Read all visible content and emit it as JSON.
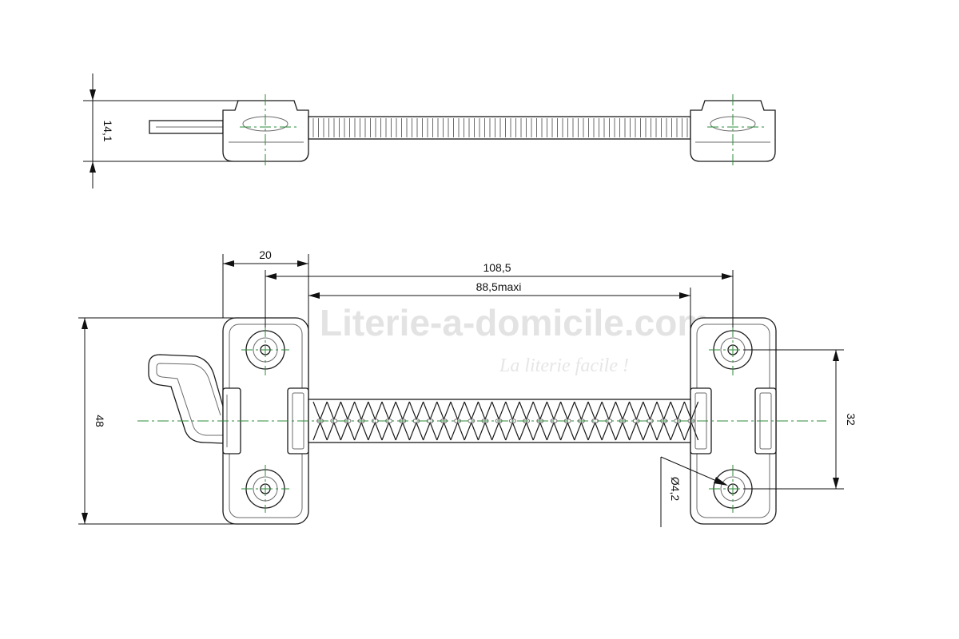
{
  "watermark": {
    "main": "Literie-a-domicile.com",
    "sub": "La literie facile !"
  },
  "dimensions": {
    "thickness": "14,1",
    "width_end": "20",
    "overall_length": "108,5",
    "spring_length": "88,5maxi",
    "height": "48",
    "hole_spacing": "32",
    "hole_diameter": "Ø4,2"
  },
  "colors": {
    "outline": "#1a1a1a",
    "center_axis": "#2e8b3a",
    "dimension": "#111111",
    "watermark": "#e3e3e3"
  }
}
